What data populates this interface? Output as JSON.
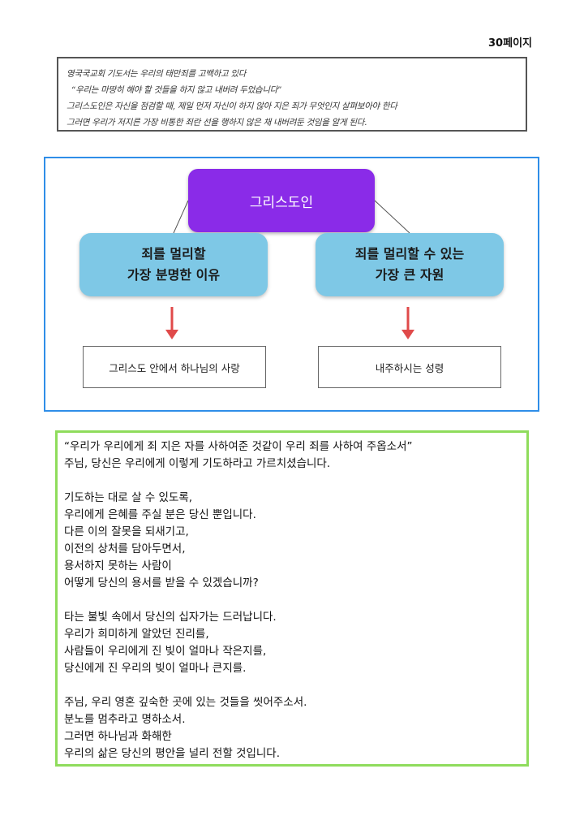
{
  "page_number": "30페이지",
  "intro_box": {
    "lines": [
      "영국국교회 기도서는 우리의 태만죄를 고백하고 있다",
      "“우리는 마땅히 해야 할 것들을 하지 않고 내버려 두었습니다”",
      "그리스도인은 자신을 점검할 때, 제일 먼저 자신이 하지 않아 지은 죄가 무엇인지 살펴보아야 한다",
      "그러면 우리가 저지른 가장 비통한 죄란 선을 행하지 않은 채 내버려둔 것임을 알게 된다."
    ]
  },
  "diagram": {
    "root": "그리스도인",
    "left_branch": {
      "line1": "죄를 멀리할",
      "line2": "가장 분명한 이유",
      "leaf": "그리스도 안에서 하나님의 사랑"
    },
    "right_branch": {
      "line1": "죄를 멀리할 수 있는",
      "line2": "가장 큰 자원",
      "leaf": "내주하시는 성령"
    },
    "colors": {
      "root": "#8a2be8",
      "branch": "#7ec8e6",
      "arrow": "#e04a4a",
      "frame": "#2f8ee8"
    }
  },
  "prayer": {
    "lines": [
      "“우리가 우리에게 죄 지은 자를 사하여준 것같이 우리 죄를 사하여 주옵소서”",
      "주님, 당신은 우리에게 이렇게 기도하라고 가르치셨습니다.",
      "",
      "기도하는 대로 살 수 있도록,",
      "우리에게 은혜를 주실 분은 당신 뿐입니다.",
      "다른 이의 잘못을 되새기고,",
      "이전의 상처를 담아두면서,",
      "용서하지 못하는 사람이",
      "어떻게 당신의 용서를 받을 수 있겠습니까?",
      "",
      "타는 불빛 속에서 당신의 십자가는 드러납니다.",
      "우리가 희미하게 알았던 진리를,",
      "사람들이 우리에게 진 빚이 얼마나 작은지를,",
      "당신에게 진 우리의 빚이 얼마나 큰지를.",
      "",
      "주님, 우리 영혼 깊숙한 곳에 있는 것들을 씻어주소서.",
      "분노를 멈추라고 명하소서.",
      "그러면 하나님과 화해한",
      "우리의 삶은 당신의 평안을 널리 전할 것입니다."
    ],
    "frame_color": "#8fdc5c"
  }
}
